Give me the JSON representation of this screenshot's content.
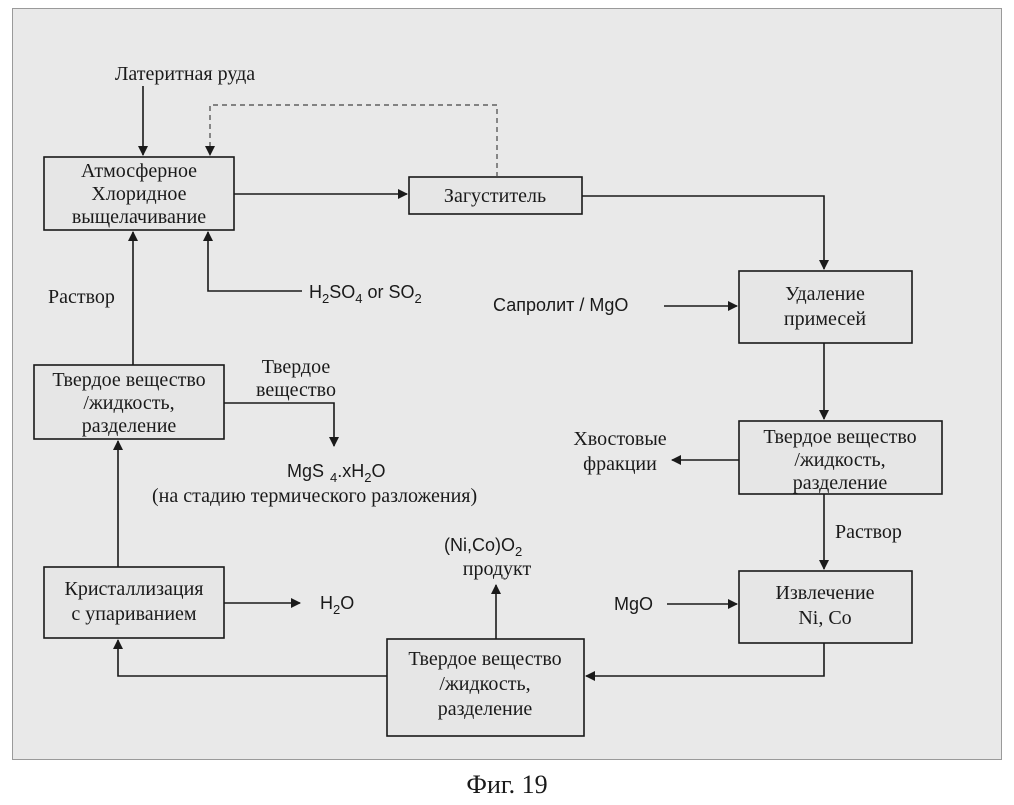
{
  "boxes": {
    "leach": [
      "Атмосферное",
      "Хлоридное",
      "выщелачивание"
    ],
    "thickener": "Загуститель",
    "impurity": [
      "Удаление",
      "примесей"
    ],
    "sep_right": [
      "Твердое вещество",
      "/жидкость,",
      "разделение"
    ],
    "extraction": [
      "Извлечение",
      "Ni, Co"
    ],
    "sep_bottom": [
      "Твердое вещество",
      "/жидкость,",
      "разделение"
    ],
    "crystal": [
      "Кристаллизация",
      "с упариванием"
    ],
    "sep_left": [
      "Твердое вещество",
      "/жидкость,",
      "разделение"
    ]
  },
  "labels": {
    "ore": "Латеритная руда",
    "acid": {
      "h": "H",
      "h_sub": "2",
      "so": "SO",
      "so_sub": "4",
      "or": " or SO",
      "or_sub": "2"
    },
    "solution_left": "Раствор",
    "saprolite": "Сапролит / MgO",
    "tails": [
      "Хвостовые",
      "фракции"
    ],
    "solution_right": "Раствор",
    "mgo": "MgO",
    "product_formula": {
      "a": "(Ni,Co)O",
      "a_sub": "2"
    },
    "product": "продукт",
    "water": {
      "h": "H",
      "sub": "2",
      "o": "O"
    },
    "solid": [
      "Твердое",
      "вещество"
    ],
    "mgs": {
      "a": "MgS",
      "sub": "4",
      "b": ".xH",
      "sub2": "2",
      "c": "O"
    },
    "thermal": "(на стадию термического разложения)"
  },
  "caption": "Фиг. 19"
}
